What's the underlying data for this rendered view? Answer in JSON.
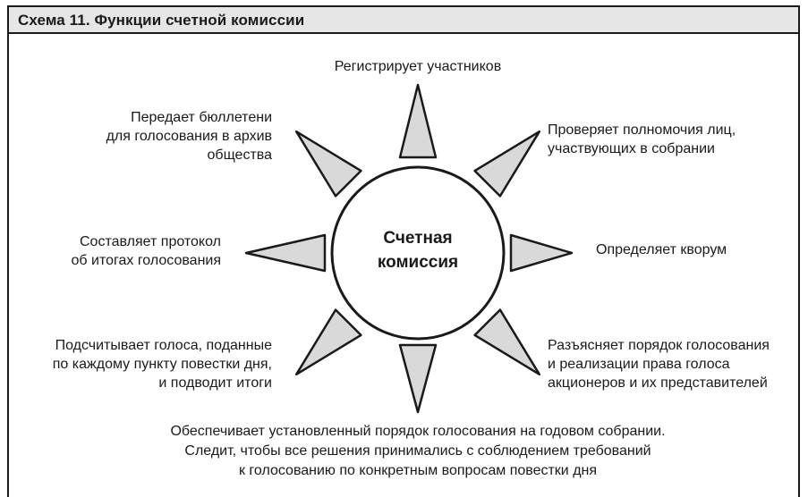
{
  "header": {
    "title": "Схема 11. Функции счетной комиссии"
  },
  "center": {
    "line1": "Счетная",
    "line2": "комиссия"
  },
  "functions": {
    "top": "Регистрирует участников",
    "top_left": [
      "Передает бюллетени",
      "для голосования в архив",
      "общества"
    ],
    "top_right": [
      "Проверяет полномочия лиц,",
      "участвующих в собрании"
    ],
    "left": [
      "Составляет протокол",
      "об итогах голосования"
    ],
    "right": "Определяет кворум",
    "bottom_left": [
      "Подсчитывает голоса, поданные",
      "по каждому пункту повестки дня,",
      "и подводит итоги"
    ],
    "bottom_right": [
      "Разъясняет порядок голосования",
      "и реализации права голоса",
      "акционеров и их представителей"
    ],
    "bottom": [
      "Обеспечивает установленный порядок голосования на годовом собрании.",
      "Следит, чтобы все решения принимались с соблюдением требований",
      "к голосованию по конкретным вопросам повестки дня"
    ]
  },
  "colors": {
    "ray_fill": "#d9d9d9",
    "stroke": "#1a1a1a",
    "header_bg": "#e6e6e6"
  }
}
